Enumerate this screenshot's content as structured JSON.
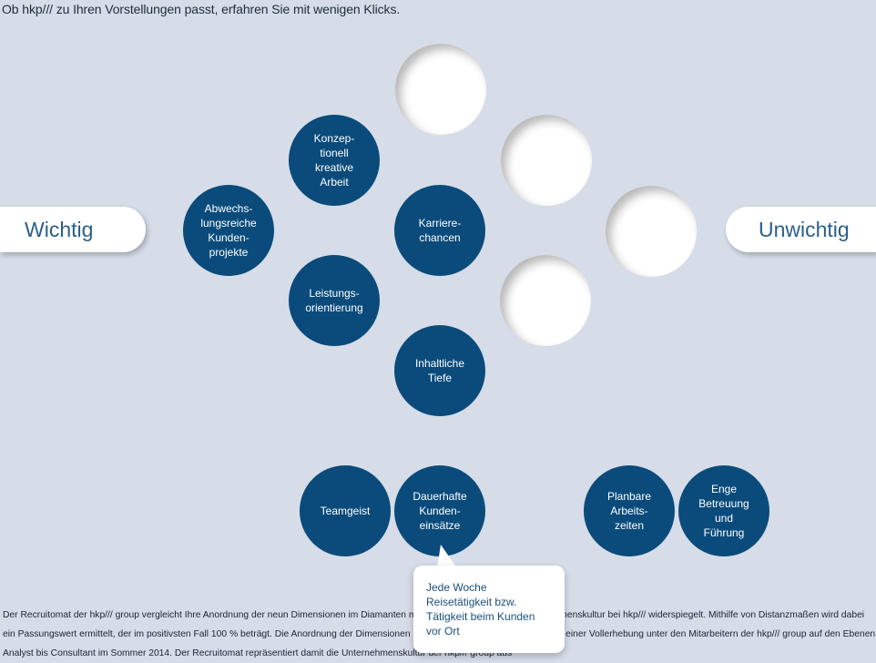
{
  "intro_text": "Ob hkp/// zu Ihren Vorstellungen passt, erfahren Sie mit wenigen Klicks.",
  "scale": {
    "left_label": "Wichtig",
    "right_label": "Unwichtig"
  },
  "dimensions": {
    "konzeptionell": "Konzep-\ntionell\nkreative\nArbeit",
    "abwechslung": "Abwechs-\nlungsreiche\nKunden-\nprojekte",
    "karriere": "Karriere-\nchancen",
    "leistung": "Leistungs-\norientierung",
    "inhalt": "Inhaltliche\nTiefe",
    "teamgeist": "Teamgeist",
    "kundeneinsaetze": "Dauerhafte\nKunden-\neinsätze",
    "arbeitszeiten": "Planbare\nArbeits-\nzeiten",
    "betreuung": "Enge\nBetreuung\nund\nFührung"
  },
  "tooltip_text": "Jede Woche\nReisetätigkeit bzw.\nTätigkeit beim Kunden\nvor Ort",
  "footer_text": "Der Recruitomat der hkp/// group vergleicht Ihre Anordnung der neun Dimensionen im Diamanten mit der Anordnung, die die Unternehmenskultur bei hkp/// widerspiegelt. Mithilfe von Distanzmaßen wird dabei ein Passungswert ermittelt, der im positivsten Fall 100 % beträgt. Die Anordnung der Dimensionen im hkp/// Diamanten ist das Resultat einer Vollerhebung unter den Mitarbeitern der hkp/// group auf den Ebenen Analyst bis Consultant im Sommer 2014. Der Recruitomat repräsentiert damit die Unternehmenskultur der hkp/// group aus",
  "colors": {
    "bubble": "#0a4b7b",
    "background": "#d6dde8",
    "accent_text": "#2a5f8a"
  }
}
